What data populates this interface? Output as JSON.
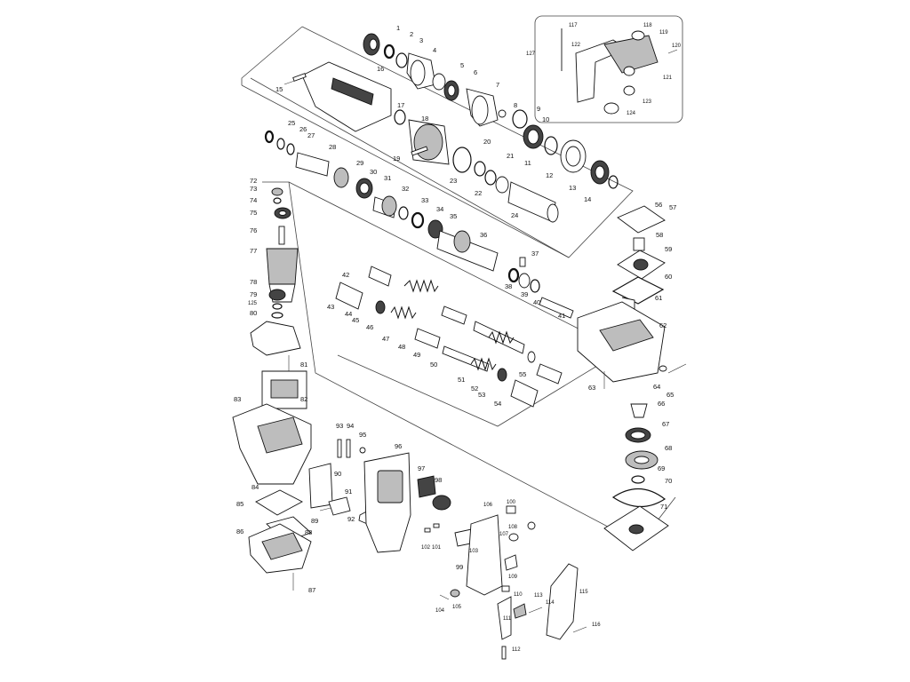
{
  "diagram": {
    "labels": [
      {
        "id": "p1",
        "text": "1"
      },
      {
        "id": "p2",
        "text": "2"
      },
      {
        "id": "p3",
        "text": "3"
      },
      {
        "id": "p4",
        "text": "4"
      },
      {
        "id": "p5",
        "text": "5"
      },
      {
        "id": "p6",
        "text": "6"
      },
      {
        "id": "p7",
        "text": "7"
      },
      {
        "id": "p8",
        "text": "8"
      },
      {
        "id": "p9",
        "text": "9"
      },
      {
        "id": "p10",
        "text": "10"
      },
      {
        "id": "p11",
        "text": "11"
      },
      {
        "id": "p12",
        "text": "12"
      },
      {
        "id": "p13",
        "text": "13"
      },
      {
        "id": "p14",
        "text": "14"
      },
      {
        "id": "p15",
        "text": "15"
      },
      {
        "id": "p16",
        "text": "16"
      },
      {
        "id": "p17",
        "text": "17"
      },
      {
        "id": "p18",
        "text": "18"
      },
      {
        "id": "p19",
        "text": "19"
      },
      {
        "id": "p20",
        "text": "20"
      },
      {
        "id": "p21",
        "text": "21"
      },
      {
        "id": "p22",
        "text": "22"
      },
      {
        "id": "p23",
        "text": "23"
      },
      {
        "id": "p24",
        "text": "24"
      },
      {
        "id": "p25",
        "text": "25"
      },
      {
        "id": "p26",
        "text": "26"
      },
      {
        "id": "p27",
        "text": "27"
      },
      {
        "id": "p28",
        "text": "28"
      },
      {
        "id": "p29",
        "text": "29"
      },
      {
        "id": "p30",
        "text": "30"
      },
      {
        "id": "p31",
        "text": "31"
      },
      {
        "id": "p32",
        "text": "32"
      },
      {
        "id": "p33",
        "text": "33"
      },
      {
        "id": "p34",
        "text": "34"
      },
      {
        "id": "p35",
        "text": "35"
      },
      {
        "id": "p36",
        "text": "36"
      },
      {
        "id": "p37",
        "text": "37"
      },
      {
        "id": "p38",
        "text": "38"
      },
      {
        "id": "p39",
        "text": "39"
      },
      {
        "id": "p40",
        "text": "40"
      },
      {
        "id": "p41",
        "text": "41"
      },
      {
        "id": "p42",
        "text": "42"
      },
      {
        "id": "p43",
        "text": "43"
      },
      {
        "id": "p44",
        "text": "44"
      },
      {
        "id": "p45",
        "text": "45"
      },
      {
        "id": "p46",
        "text": "46"
      },
      {
        "id": "p47",
        "text": "47"
      },
      {
        "id": "p48",
        "text": "48"
      },
      {
        "id": "p49",
        "text": "49"
      },
      {
        "id": "p50",
        "text": "50"
      },
      {
        "id": "p51",
        "text": "51"
      },
      {
        "id": "p52",
        "text": "52"
      },
      {
        "id": "p53",
        "text": "53"
      },
      {
        "id": "p54",
        "text": "54"
      },
      {
        "id": "p55",
        "text": "55"
      },
      {
        "id": "p56",
        "text": "56"
      },
      {
        "id": "p57",
        "text": "57"
      },
      {
        "id": "p58",
        "text": "58"
      },
      {
        "id": "p59",
        "text": "59"
      },
      {
        "id": "p60",
        "text": "60"
      },
      {
        "id": "p61",
        "text": "61"
      },
      {
        "id": "p62",
        "text": "62"
      },
      {
        "id": "p63",
        "text": "63"
      },
      {
        "id": "p64",
        "text": "64"
      },
      {
        "id": "p65",
        "text": "65"
      },
      {
        "id": "p66",
        "text": "66"
      },
      {
        "id": "p67",
        "text": "67"
      },
      {
        "id": "p68",
        "text": "68"
      },
      {
        "id": "p69",
        "text": "69"
      },
      {
        "id": "p70",
        "text": "70"
      },
      {
        "id": "p71",
        "text": "71"
      },
      {
        "id": "p72",
        "text": "72"
      },
      {
        "id": "p73",
        "text": "73"
      },
      {
        "id": "p74",
        "text": "74"
      },
      {
        "id": "p75",
        "text": "75"
      },
      {
        "id": "p76",
        "text": "76"
      },
      {
        "id": "p77",
        "text": "77"
      },
      {
        "id": "p78",
        "text": "78"
      },
      {
        "id": "p79",
        "text": "79"
      },
      {
        "id": "p80",
        "text": "80"
      },
      {
        "id": "p81",
        "text": "81"
      },
      {
        "id": "p82",
        "text": "82"
      },
      {
        "id": "p83",
        "text": "83"
      },
      {
        "id": "p84",
        "text": "84"
      },
      {
        "id": "p85",
        "text": "85"
      },
      {
        "id": "p86",
        "text": "86"
      },
      {
        "id": "p87",
        "text": "87"
      },
      {
        "id": "p88",
        "text": "88"
      },
      {
        "id": "p89",
        "text": "89"
      },
      {
        "id": "p90",
        "text": "90"
      },
      {
        "id": "p91",
        "text": "91"
      },
      {
        "id": "p92",
        "text": "92"
      },
      {
        "id": "p93",
        "text": "93"
      },
      {
        "id": "p94",
        "text": "94"
      },
      {
        "id": "p95",
        "text": "95"
      },
      {
        "id": "p96",
        "text": "96"
      },
      {
        "id": "p97",
        "text": "97"
      },
      {
        "id": "p98",
        "text": "98"
      },
      {
        "id": "p99",
        "text": "99"
      },
      {
        "id": "p100",
        "text": "100"
      },
      {
        "id": "p101",
        "text": "101"
      },
      {
        "id": "p102",
        "text": "102"
      },
      {
        "id": "p103",
        "text": "103"
      },
      {
        "id": "p104",
        "text": "104"
      },
      {
        "id": "p105",
        "text": "105"
      },
      {
        "id": "p106",
        "text": "106"
      },
      {
        "id": "p107",
        "text": "107"
      },
      {
        "id": "p108",
        "text": "108"
      },
      {
        "id": "p109",
        "text": "109"
      },
      {
        "id": "p110",
        "text": "110"
      },
      {
        "id": "p111",
        "text": "111"
      },
      {
        "id": "p112",
        "text": "112"
      },
      {
        "id": "p113",
        "text": "113"
      },
      {
        "id": "p114",
        "text": "114"
      },
      {
        "id": "p115",
        "text": "115"
      },
      {
        "id": "p116",
        "text": "116"
      },
      {
        "id": "p117",
        "text": "117"
      },
      {
        "id": "p118",
        "text": "118"
      },
      {
        "id": "p119",
        "text": "119"
      },
      {
        "id": "p120",
        "text": "120"
      },
      {
        "id": "p121",
        "text": "121"
      },
      {
        "id": "p122",
        "text": "122"
      },
      {
        "id": "p123",
        "text": "123"
      },
      {
        "id": "p124",
        "text": "124"
      },
      {
        "id": "p125",
        "text": "125"
      },
      {
        "id": "p127",
        "text": "127"
      }
    ]
  }
}
